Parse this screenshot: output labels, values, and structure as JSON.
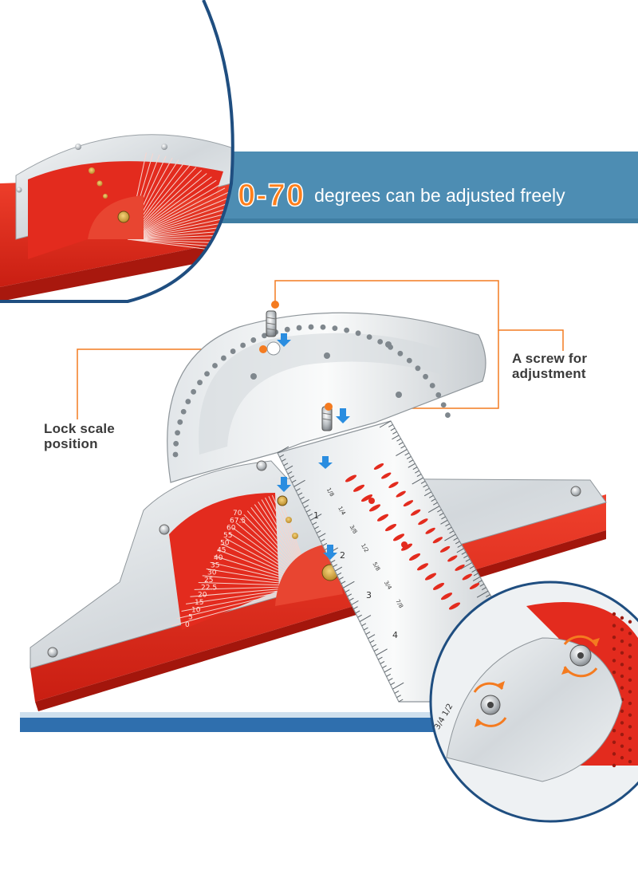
{
  "headline": {
    "highlight": "0-70",
    "text": "degrees can be adjusted freely"
  },
  "callouts": {
    "screw": "A screw for\nadjustment",
    "lock": "Lock scale\nposition"
  },
  "colors": {
    "banner_blue": "#4d8db3",
    "banner_bottom_blue": "#2f6fae",
    "accent_orange": "#f47b20",
    "arrow_blue": "#2a8de0",
    "base_red": "#e32b1e",
    "steel": "#d9dde0"
  },
  "protractor_scale": {
    "labels": [
      "0",
      "5",
      "10",
      "15",
      "20",
      "22.5",
      "25",
      "30",
      "35",
      "40",
      "45",
      "50",
      "55",
      "60",
      "67.5",
      "70"
    ]
  },
  "ruler_scale": {
    "inch_labels": [
      "1",
      "2",
      "3",
      "4"
    ],
    "fraction_labels": [
      "1/8",
      "1/4",
      "3/8",
      "1/2",
      "5/8",
      "3/4",
      "7/8"
    ]
  },
  "icons": [
    "screw-icon",
    "down-arrow-icon",
    "rotate-arrows-icon"
  ]
}
